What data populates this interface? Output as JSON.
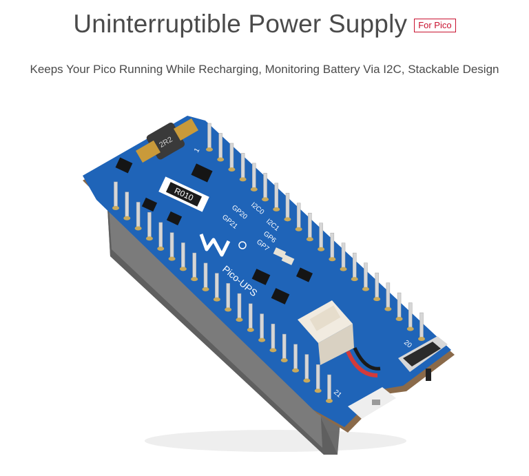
{
  "header": {
    "title": "Uninterruptible Power Supply",
    "badge": "For Pico"
  },
  "subtitle": "Keeps Your Pico Running While Recharging, Monitoring Battery Via I2C, Stackable Design",
  "board": {
    "silkscreen": {
      "r010": "R010",
      "inductor": "2R2",
      "pin1": "1",
      "pin20": "20",
      "pin21": "21",
      "gp20": "GP20",
      "i2c0": "I2C0",
      "i2c1": "I2C1",
      "gp21": "GP21",
      "gp6": "GP6",
      "gp7": "GP7",
      "model": "Pico-UPS"
    },
    "colors": {
      "pcb": "#1f64b8",
      "header_body": "#6d6d6d",
      "pin": "#d6d6d6",
      "connector": "#f1ebe0"
    }
  }
}
